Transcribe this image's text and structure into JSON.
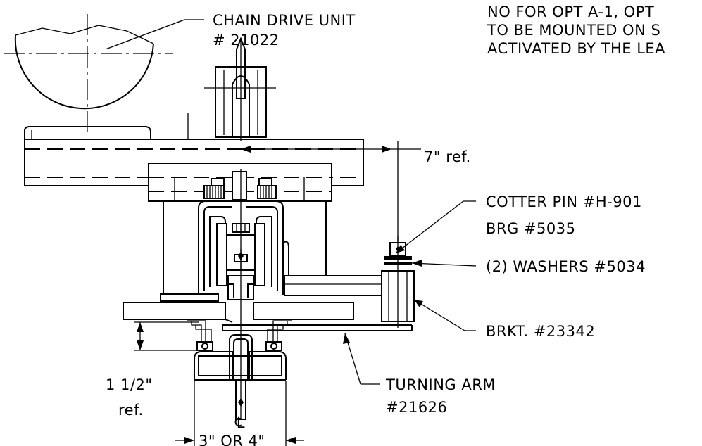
{
  "labels": {
    "chain_drive_line1": "CHAIN DRIVE UNIT",
    "chain_drive_line2": "# 21022",
    "note_line1": "NO FOR OPT A-1, OPT",
    "note_line2": "TO BE MOUNTED ON S",
    "note_line3": "ACTIVATED BY THE LEA",
    "seven_ref": "7\" ref.",
    "cotter_pin": "COTTER PIN #H-901",
    "brg": "BRG #5035",
    "washers": "(2) WASHERS #5034",
    "brkt": "BRKT. #23342",
    "turning_arm_line1": "TURNING ARM",
    "turning_arm_line2": "#21626",
    "one_half_line1": "1 1/2\"",
    "one_half_line2": "ref.",
    "centerline_symbol": "℄",
    "width_dim": "3\" OR 4\""
  }
}
